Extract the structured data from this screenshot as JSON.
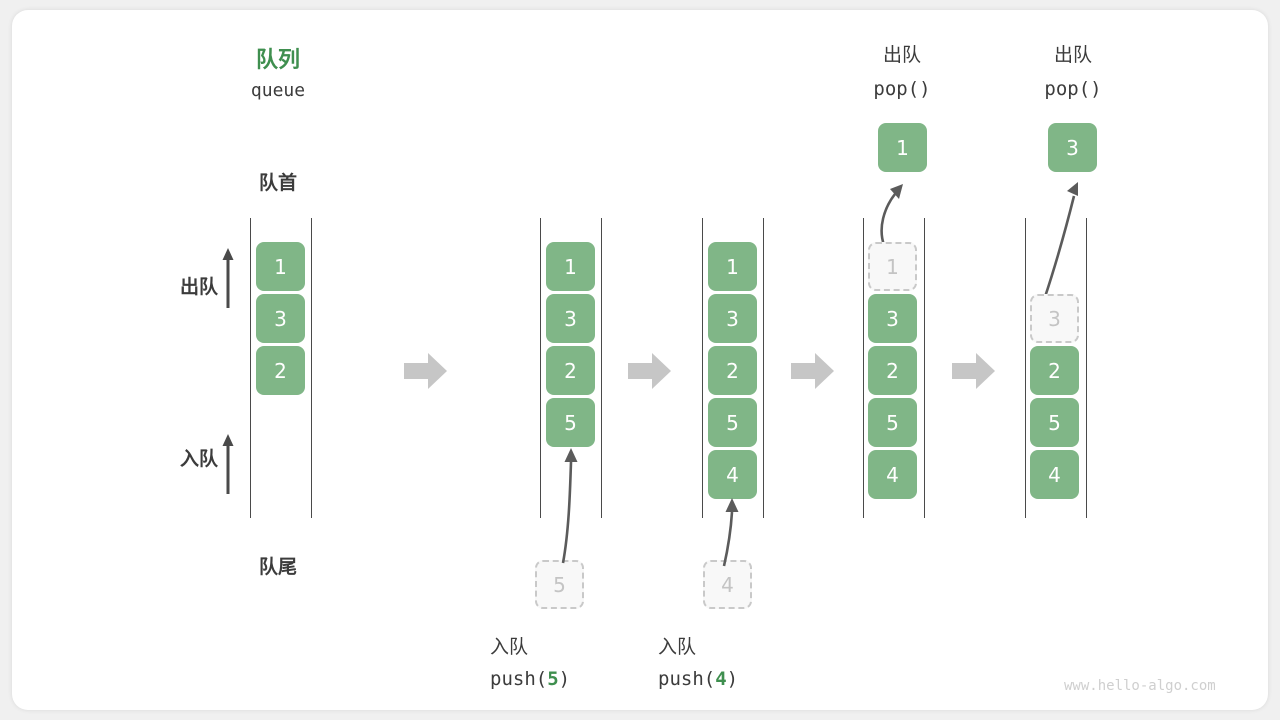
{
  "figure": {
    "title_cn": "队列",
    "title_en": "queue",
    "head_label": "队首",
    "tail_label": "队尾",
    "dequeue_label": "出队",
    "enqueue_label": "入队",
    "watermark": "www.hello-algo.com",
    "accent_green": "#3f8f4f",
    "cell_green": "#80b687",
    "ghost_gray": "#c4c4c4",
    "line_gray": "#4a4a4a",
    "step_arrow_gray": "#c6c6c6"
  },
  "columns": [
    {
      "id": "initial",
      "cells": [
        "1",
        "3",
        "2"
      ],
      "side_labels": {
        "top": "出队",
        "bottom": "入队"
      },
      "top_caption_cn": "队列",
      "top_caption_code": "queue"
    },
    {
      "id": "push-5",
      "cells": [
        "1",
        "3",
        "2",
        "5"
      ],
      "incoming_value": "5",
      "caption_cn": "入队",
      "caption_code_prefix": "push(",
      "caption_code_arg": "5",
      "caption_code_suffix": ")"
    },
    {
      "id": "push-4",
      "cells": [
        "1",
        "3",
        "2",
        "5",
        "4"
      ],
      "incoming_value": "4",
      "caption_cn": "入队",
      "caption_code_prefix": "push(",
      "caption_code_arg": "4",
      "caption_code_suffix": ")"
    },
    {
      "id": "pop-1",
      "cells": [
        "1",
        "3",
        "2",
        "5",
        "4"
      ],
      "ghost_index": 0,
      "popped_value": "1",
      "caption_cn": "出队",
      "caption_code": "pop()"
    },
    {
      "id": "pop-3",
      "cells": [
        "",
        "3",
        "2",
        "5",
        "4"
      ],
      "ghost_index": 1,
      "popped_value": "3",
      "caption_cn": "出队",
      "caption_code": "pop()"
    }
  ],
  "step_arrows": [
    "step-arrow-1",
    "step-arrow-2",
    "step-arrow-3",
    "step-arrow-4"
  ]
}
